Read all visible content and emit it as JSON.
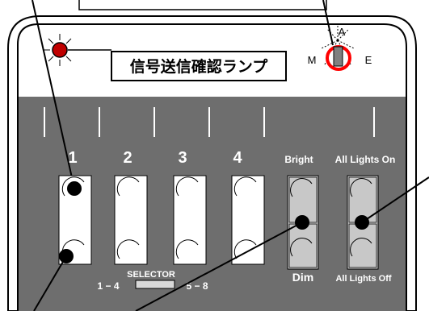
{
  "lamp_callout": {
    "label": "信号送信確認ランプ"
  },
  "mode_dial": {
    "letter_a": "A",
    "letter_m": "M",
    "letter_e": "E"
  },
  "buttons": [
    {
      "number": "1",
      "style": "white"
    },
    {
      "number": "2",
      "style": "white"
    },
    {
      "number": "3",
      "style": "white"
    },
    {
      "number": "4",
      "style": "white"
    }
  ],
  "bright_label": "Bright",
  "dim_label": "Dim",
  "all_on_label": "All Lights On",
  "all_off_label": "All Lights Off",
  "selector": {
    "label": "SELECTOR",
    "left_range": "1 − 4",
    "right_range": "5 − 8"
  },
  "colors": {
    "panel": "#6e6e6e",
    "top_strip": "#ffffff",
    "lamp_red": "#c00000",
    "dial_ring": "#ff0000",
    "key_grey": "#d8d8d8"
  }
}
